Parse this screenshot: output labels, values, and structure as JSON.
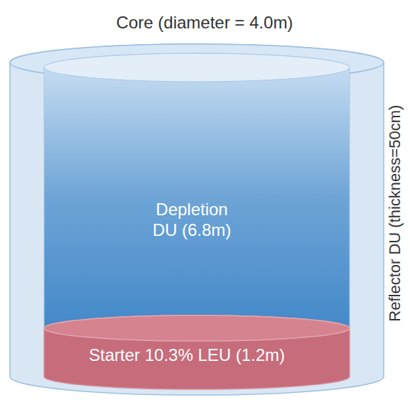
{
  "diagram": {
    "nodes": [
      {
        "text": [
          "Reflector DU (thickness=50cm)"
        ]
      },
      {
        "text": [
          "Depletion DU (6.8m)"
        ],
        "in": 0
      },
      {
        "text": [
          "Starter 10.3% LEU (1.2m)"
        ],
        "in": 0
      }
    ],
    "labels": [
      "Core (diameter = 4.0m)"
    ]
  }
}
